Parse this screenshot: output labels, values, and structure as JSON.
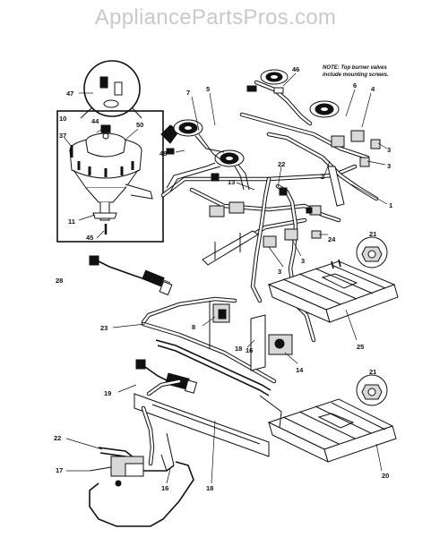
{
  "watermark": "AppliancePartsPros.com",
  "note": {
    "line1": "NOTE: Top burner valves",
    "line2": "include mounting screws."
  },
  "callouts": {
    "c1": "1",
    "c2": "2",
    "c3a": "3",
    "c3b": "3",
    "c3c": "3",
    "c3d": "3",
    "c4": "4",
    "c5": "5",
    "c6": "6",
    "c7": "7",
    "c8": "8",
    "c10": "10",
    "c11": "11",
    "c13": "13",
    "c14": "14",
    "c16a": "16",
    "c16b": "16",
    "c17": "17",
    "c18a": "18",
    "c18b": "18",
    "c19": "19",
    "c20": "20",
    "c21a": "21",
    "c21b": "21",
    "c22a": "22",
    "c22b": "22",
    "c23": "23",
    "c24": "24",
    "c25": "25",
    "c28": "28",
    "c37": "37",
    "c44": "44",
    "c45": "45",
    "c46": "46",
    "c47": "47",
    "c48": "48",
    "c50": "50"
  }
}
